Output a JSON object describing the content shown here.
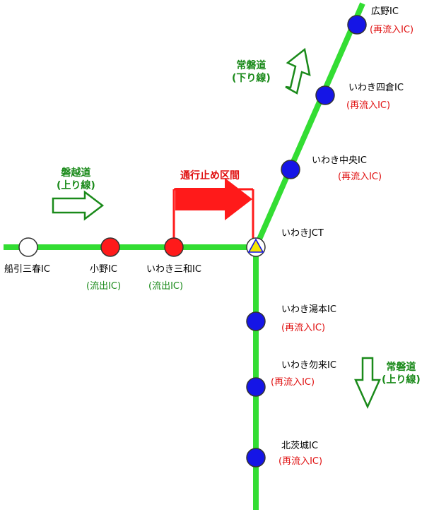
{
  "colors": {
    "road": "#33dd33",
    "closed_ic": "#ff1a1a",
    "normal_ic": "#1515e6",
    "closure": "#ff1a1a",
    "arrow_green": "#1a8a1a",
    "jct_triangle": "#f4e600"
  },
  "roads": {
    "banetsu": {
      "name": "磐越道",
      "direction": "(上り線)"
    },
    "joban_down": {
      "name": "常磐道",
      "direction": "(下り線)"
    },
    "joban_up": {
      "name": "常磐道",
      "direction": "(上り線)"
    }
  },
  "closure_label": "通行止め区間",
  "nodes": {
    "funehiki": {
      "name": "船引三春IC"
    },
    "ono": {
      "name": "小野IC",
      "note": "(流出IC)"
    },
    "iwaki_miwa": {
      "name": "いわき三和IC",
      "note": "(流出IC)"
    },
    "iwaki_jct": {
      "name": "いわきJCT"
    },
    "hirono": {
      "name": "広野IC",
      "note": "(再流入IC)"
    },
    "iwaki_yotsukura": {
      "name": "いわき四倉IC",
      "note": "(再流入IC)"
    },
    "iwaki_chuo": {
      "name": "いわき中央IC",
      "note": "(再流入IC)"
    },
    "iwaki_yumoto": {
      "name": "いわき湯本IC",
      "note": "(再流入IC)"
    },
    "iwaki_nakoso": {
      "name": "いわき勿来IC",
      "note": "(再流入IC)"
    },
    "kitaibaraki": {
      "name": "北茨城IC",
      "note": "(再流入IC)"
    }
  }
}
